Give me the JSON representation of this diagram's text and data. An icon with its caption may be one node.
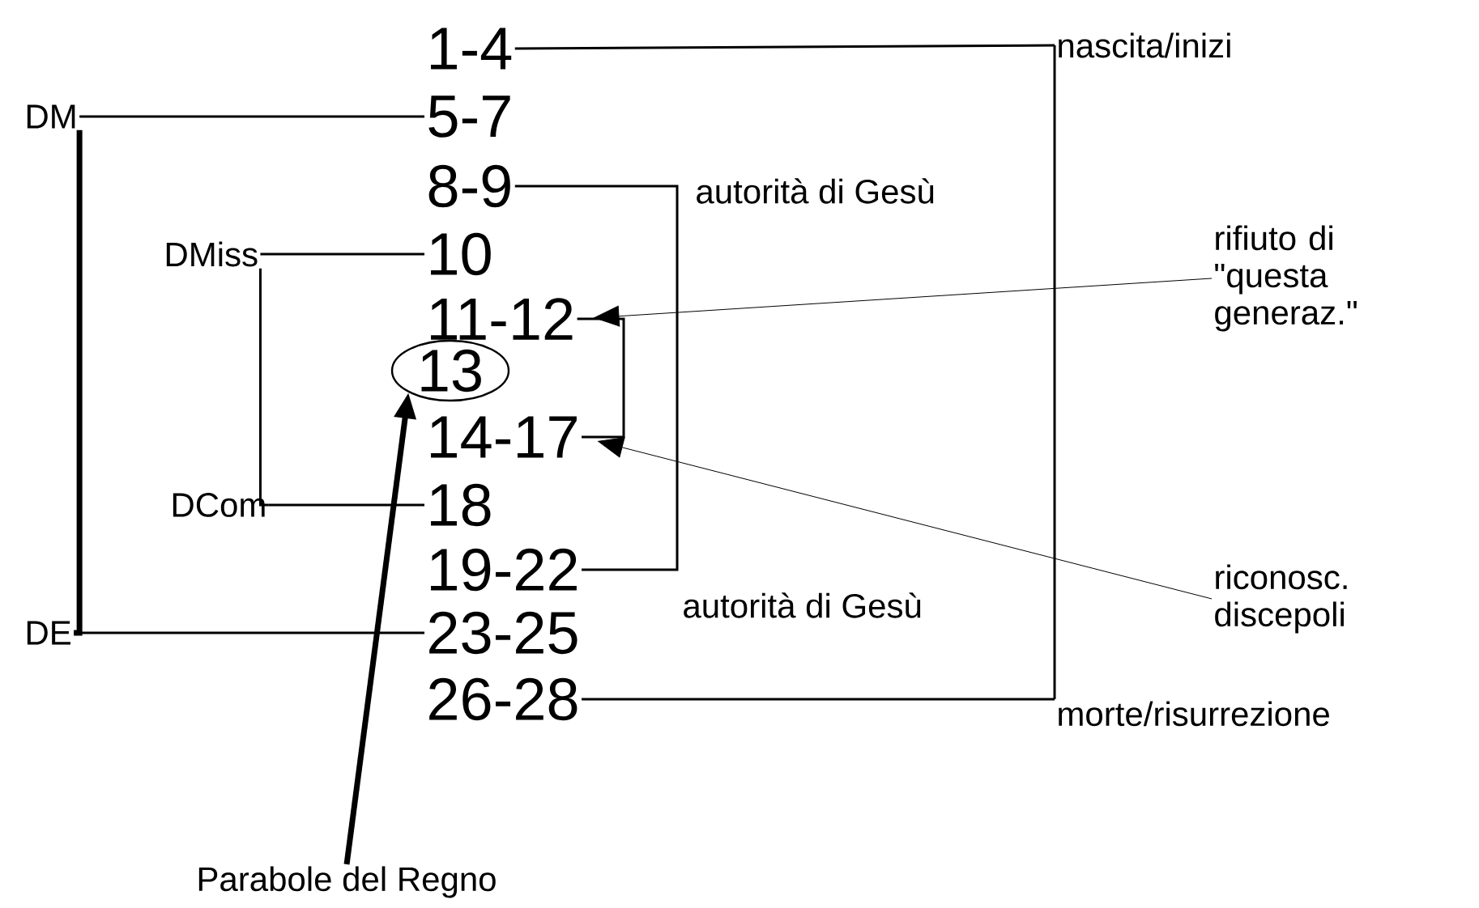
{
  "diagram": {
    "nodes": [
      {
        "text": [
          "1-4"
        ]
      },
      {
        "text": [
          "5-7"
        ]
      },
      {
        "text": [
          "8-9"
        ]
      },
      {
        "text": [
          "10"
        ]
      },
      {
        "text": [
          "11-12"
        ]
      },
      {
        "text": [
          "13"
        ]
      },
      {
        "text": [
          "14-17"
        ]
      },
      {
        "text": [
          "18"
        ]
      },
      {
        "text": [
          "19-22"
        ]
      },
      {
        "text": [
          "23-25"
        ]
      },
      {
        "text": [
          "26-28"
        ]
      },
      {
        "text": [
          "DM"
        ]
      },
      {
        "text": [
          "DMiss"
        ]
      },
      {
        "text": [
          "DCom"
        ]
      },
      {
        "text": [
          "DE"
        ]
      },
      {
        "text": [
          "nascita/inizi"
        ]
      },
      {
        "text": [
          "morte/risurrezione"
        ]
      },
      {
        "text": [
          "rifiuto di \"questa generaz.\""
        ]
      },
      {
        "text": [
          "riconosc. discepoli"
        ]
      },
      {
        "text": [
          "Parabole del Regno"
        ]
      }
    ],
    "edges": [
      {
        "from": 11,
        "to": 1,
        "arrow": "none"
      },
      {
        "from": 11,
        "to": 14,
        "arrow": "none",
        "style": "thick"
      },
      {
        "from": 14,
        "to": 9,
        "arrow": "none"
      },
      {
        "from": 12,
        "to": 3,
        "arrow": "none"
      },
      {
        "from": 12,
        "to": 13,
        "arrow": "none"
      },
      {
        "from": 13,
        "to": 7,
        "arrow": "none"
      },
      {
        "from": 0,
        "to": 15,
        "arrow": "none"
      },
      {
        "from": 15,
        "to": 16,
        "arrow": "none"
      },
      {
        "from": 10,
        "to": 16,
        "arrow": "none"
      },
      {
        "from": 2,
        "to": 8,
        "arrow": "none"
      },
      {
        "from": 4,
        "to": 6,
        "arrow": "none"
      },
      {
        "from": 17,
        "to": 4,
        "arrow": "to"
      },
      {
        "from": 18,
        "to": 6,
        "arrow": "to"
      },
      {
        "from": 19,
        "to": 5,
        "arrow": "to",
        "style": "thick"
      }
    ],
    "labels": [
      "autorità di Gesù",
      "autorità di Gesù"
    ]
  }
}
